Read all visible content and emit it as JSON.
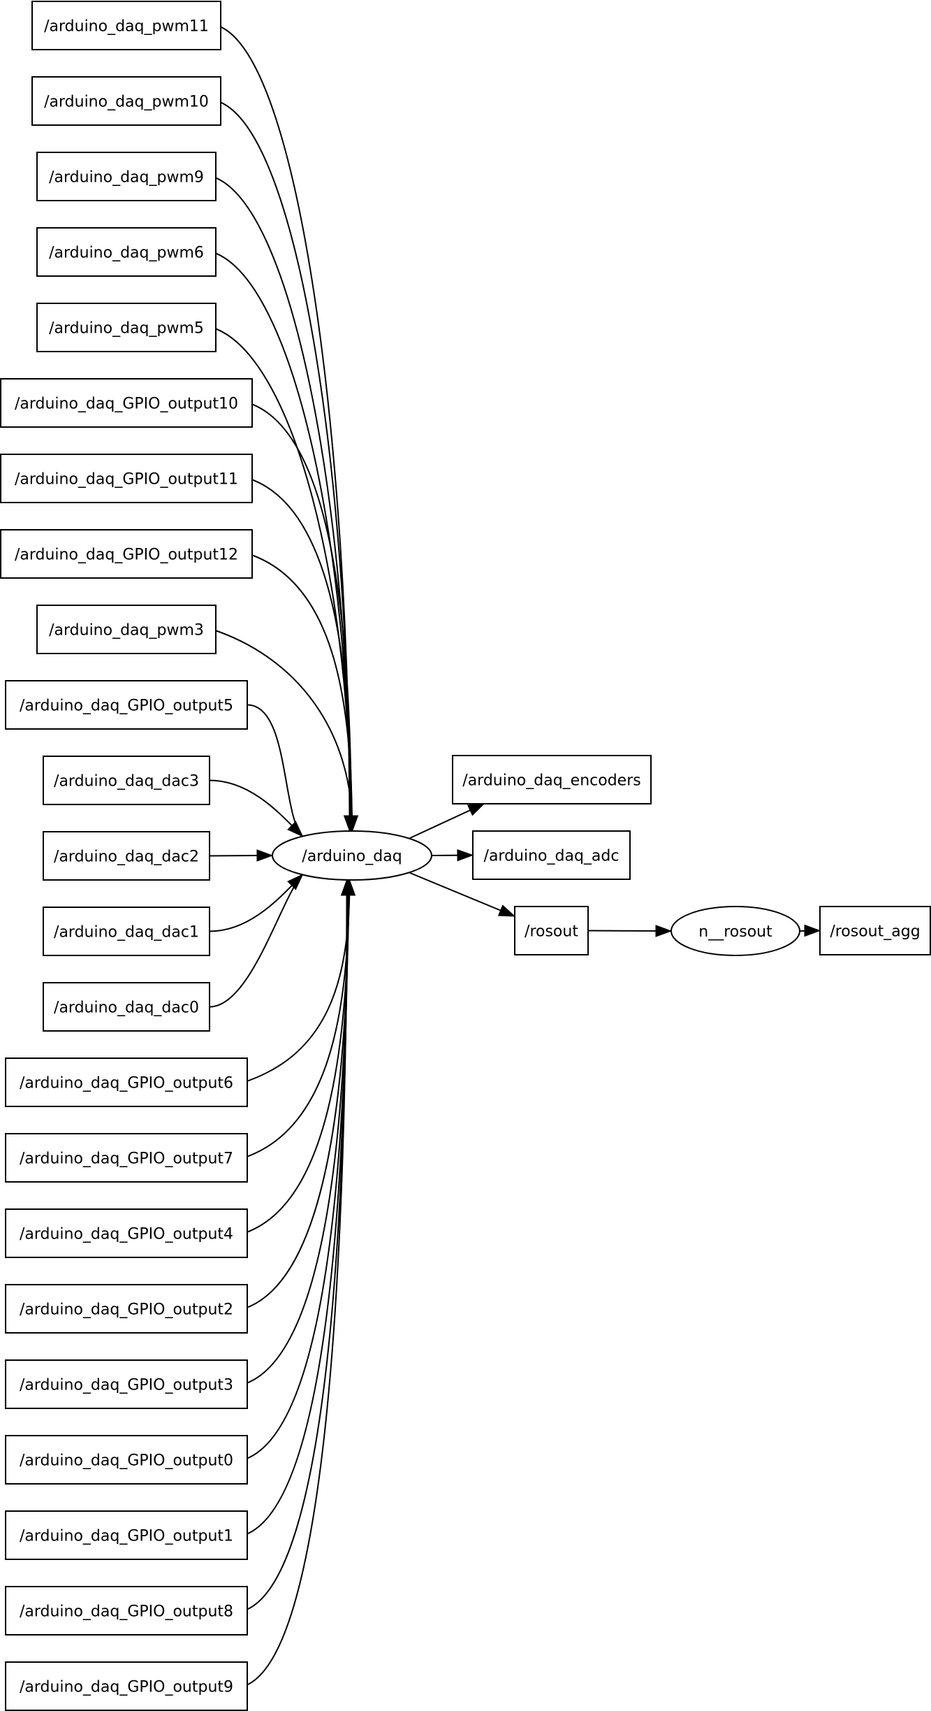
{
  "graph": {
    "nodes": [
      {
        "id": "pwm11",
        "label": "/arduino_daq_pwm11",
        "shape": "box"
      },
      {
        "id": "pwm10",
        "label": "/arduino_daq_pwm10",
        "shape": "box"
      },
      {
        "id": "pwm9",
        "label": "/arduino_daq_pwm9",
        "shape": "box"
      },
      {
        "id": "pwm6",
        "label": "/arduino_daq_pwm6",
        "shape": "box"
      },
      {
        "id": "pwm5",
        "label": "/arduino_daq_pwm5",
        "shape": "box"
      },
      {
        "id": "gpio10",
        "label": "/arduino_daq_GPIO_output10",
        "shape": "box"
      },
      {
        "id": "gpio11",
        "label": "/arduino_daq_GPIO_output11",
        "shape": "box"
      },
      {
        "id": "gpio12",
        "label": "/arduino_daq_GPIO_output12",
        "shape": "box"
      },
      {
        "id": "pwm3",
        "label": "/arduino_daq_pwm3",
        "shape": "box"
      },
      {
        "id": "gpio5",
        "label": "/arduino_daq_GPIO_output5",
        "shape": "box"
      },
      {
        "id": "dac3",
        "label": "/arduino_daq_dac3",
        "shape": "box"
      },
      {
        "id": "dac2",
        "label": "/arduino_daq_dac2",
        "shape": "box"
      },
      {
        "id": "dac1",
        "label": "/arduino_daq_dac1",
        "shape": "box"
      },
      {
        "id": "dac0",
        "label": "/arduino_daq_dac0",
        "shape": "box"
      },
      {
        "id": "gpio6",
        "label": "/arduino_daq_GPIO_output6",
        "shape": "box"
      },
      {
        "id": "gpio7",
        "label": "/arduino_daq_GPIO_output7",
        "shape": "box"
      },
      {
        "id": "gpio4",
        "label": "/arduino_daq_GPIO_output4",
        "shape": "box"
      },
      {
        "id": "gpio2",
        "label": "/arduino_daq_GPIO_output2",
        "shape": "box"
      },
      {
        "id": "gpio3",
        "label": "/arduino_daq_GPIO_output3",
        "shape": "box"
      },
      {
        "id": "gpio0",
        "label": "/arduino_daq_GPIO_output0",
        "shape": "box"
      },
      {
        "id": "gpio1",
        "label": "/arduino_daq_GPIO_output1",
        "shape": "box"
      },
      {
        "id": "gpio8",
        "label": "/arduino_daq_GPIO_output8",
        "shape": "box"
      },
      {
        "id": "gpio9",
        "label": "/arduino_daq_GPIO_output9",
        "shape": "box"
      },
      {
        "id": "daq",
        "label": "/arduino_daq",
        "shape": "ellipse"
      },
      {
        "id": "encoders",
        "label": "/arduino_daq_encoders",
        "shape": "box"
      },
      {
        "id": "adc",
        "label": "/arduino_daq_adc",
        "shape": "box"
      },
      {
        "id": "rosout",
        "label": "/rosout",
        "shape": "box"
      },
      {
        "id": "n_rosout",
        "label": "n__rosout",
        "shape": "ellipse"
      },
      {
        "id": "rosout_agg",
        "label": "/rosout_agg",
        "shape": "box"
      }
    ],
    "edges": [
      {
        "from": "pwm11",
        "to": "daq"
      },
      {
        "from": "pwm10",
        "to": "daq"
      },
      {
        "from": "pwm9",
        "to": "daq"
      },
      {
        "from": "pwm6",
        "to": "daq"
      },
      {
        "from": "pwm5",
        "to": "daq"
      },
      {
        "from": "gpio10",
        "to": "daq"
      },
      {
        "from": "gpio11",
        "to": "daq"
      },
      {
        "from": "gpio12",
        "to": "daq"
      },
      {
        "from": "pwm3",
        "to": "daq"
      },
      {
        "from": "gpio5",
        "to": "daq"
      },
      {
        "from": "dac3",
        "to": "daq"
      },
      {
        "from": "dac2",
        "to": "daq"
      },
      {
        "from": "dac1",
        "to": "daq"
      },
      {
        "from": "dac0",
        "to": "daq"
      },
      {
        "from": "gpio6",
        "to": "daq"
      },
      {
        "from": "gpio7",
        "to": "daq"
      },
      {
        "from": "gpio4",
        "to": "daq"
      },
      {
        "from": "gpio2",
        "to": "daq"
      },
      {
        "from": "gpio3",
        "to": "daq"
      },
      {
        "from": "gpio0",
        "to": "daq"
      },
      {
        "from": "gpio1",
        "to": "daq"
      },
      {
        "from": "gpio8",
        "to": "daq"
      },
      {
        "from": "gpio9",
        "to": "daq"
      },
      {
        "from": "daq",
        "to": "encoders"
      },
      {
        "from": "daq",
        "to": "adc"
      },
      {
        "from": "daq",
        "to": "rosout"
      },
      {
        "from": "rosout",
        "to": "n_rosout"
      },
      {
        "from": "n_rosout",
        "to": "rosout_agg"
      }
    ]
  }
}
